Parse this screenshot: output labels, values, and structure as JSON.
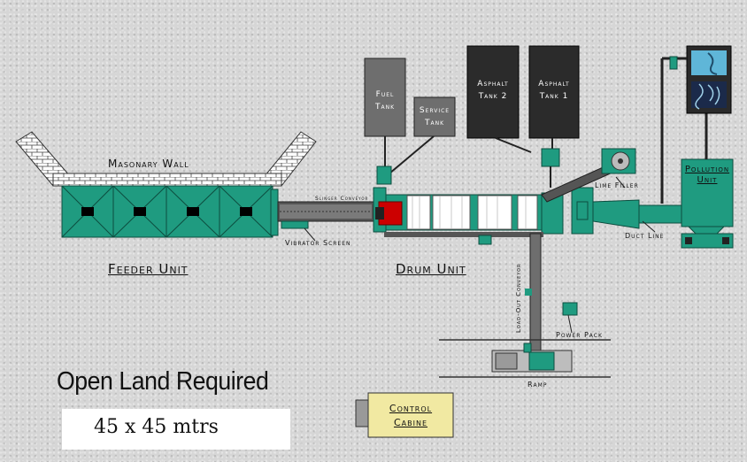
{
  "labels": {
    "masonry_wall": "Masonary Wall",
    "feeder_unit": "Feeder Unit",
    "drum_unit": "Drum Unit",
    "vibrator_screen": "Vibrator Screen",
    "slinger_conveyor": "Slinger Conveyor",
    "fuel_tank_1": "Fuel",
    "fuel_tank_2": "Tank",
    "service_tank_1": "Service",
    "service_tank_2": "Tank",
    "asphalt_tank_2_a": "Asphalt",
    "asphalt_tank_2_b": "Tank 2",
    "asphalt_tank_1_a": "Asphalt",
    "asphalt_tank_1_b": "Tank 1",
    "lime_filler": "Lime Filler",
    "pollution_unit_1": "Pollution",
    "pollution_unit_2": "Unit",
    "duct_line": "Duct Line",
    "load_out_conveyor": "Load-Out Conveyor",
    "power_pack": "Power Pack",
    "ramp": "Ramp",
    "control_cabine_1": "Control",
    "control_cabine_2": "Cabine"
  },
  "land": {
    "title": "Open Land Required",
    "dimension": "45 x 45 mtrs"
  },
  "colors": {
    "equipment": "#1f9b80",
    "tank_dark": "#2b2b2b",
    "tank_grey": "#6e6e6e",
    "burner": "#cc0000",
    "cabin": "#f1e9a2"
  }
}
